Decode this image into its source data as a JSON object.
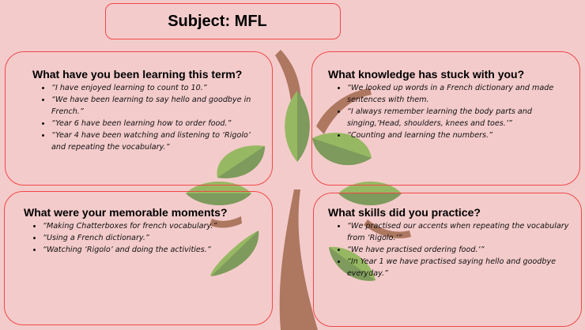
{
  "title": "Subject: MFL",
  "panels": [
    {
      "heading": "What have you been learning this term?",
      "items": [
        "“I have enjoyed learning to count to 10.”",
        "“We have been learning to say hello and goodbye in French.”",
        "“Year 6 have been learning how to order food.”",
        "“Year 4 have been watching and listening to ‘Rigolo’ and repeating the vocabulary.”"
      ]
    },
    {
      "heading": "What knowledge has stuck with you?",
      "items": [
        "“We looked up words in a French dictionary and made sentences with them.",
        "“I always remember learning the body parts and singing,’Head, shoulders, knees and toes.’”",
        "“Counting and learning the numbers.”"
      ]
    },
    {
      "heading": "What were your memorable moments?",
      "items": [
        "“Making Chatterboxes for french vocabulary.”",
        "“Using a French dictionary.”",
        "“Watching ‘Rigolo’ and doing the activities.”"
      ]
    },
    {
      "heading": "What skills did you practice?",
      "items": [
        "“We practised our accents when repeating the vocabulary from ‘Rigolo.’”",
        "“We have practised ordering food.’”",
        "“In Year 1 we have practised saying hello and goodbye everyday.”"
      ]
    }
  ],
  "colors": {
    "background": "#f4cbcb",
    "border": "#f04848",
    "trunk": "#ad7760",
    "leaf_light": "#97b862",
    "leaf_dark": "#7e9a5c"
  }
}
